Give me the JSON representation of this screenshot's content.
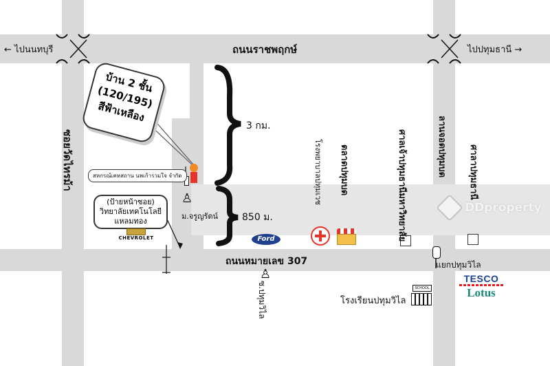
{
  "roads": {
    "top_road": "ถนนราชพฤกษ์",
    "bottom_road": "ถนนหมายเลข 307",
    "left_soi": "ซอยวัดไทรม้า",
    "left_dir": "←  ไปนนทบุรี",
    "right_dir": "ไปปทุมธานี  →"
  },
  "house": {
    "line1": "บ้าน 2 ชั้น",
    "line2": "(120/195)",
    "line3": "สีฟ้าเหลือง"
  },
  "distances": {
    "upper": "3 กม.",
    "lower": "850 ม."
  },
  "labels": {
    "coop": "สหกรณ์เคหสถาน นพเก้ารวมใจ จำกัด",
    "sign_line1": "(ป้ายหน้าซอย)",
    "sign_line2": "วิทยาลัยเทคโนโลยี",
    "sign_line3": "แหลมทอง",
    "village": "ม.จรูญรัตน์",
    "chevrolet": "CHEVROLET",
    "ford": "Ford",
    "hospital": "โรงพยาบาลปทุมเวช",
    "vlabel2": "ตลาดปทุมบด",
    "vlabel3": "ศาลเจ้าปทุมธานีมหาวิทยาลัย",
    "vlabel4": "ลานจอดปทุมบด",
    "vlabel5": "ศาลาปทุมธานี",
    "junction": "แยกปทุมวิไล",
    "school": "โรงเรียนปทุมวิไล",
    "school_sign": "SCHOOL",
    "tesco": "TESCO",
    "lotus": "Lotus",
    "pathum_soi": "ซ.ปทุมวิไล",
    "watermark": "DDproperty"
  },
  "colors": {
    "road": "#d9d9d9",
    "house_marker": "#e8332a",
    "hospital": "#e8332a",
    "tesco_red": "#e21b23",
    "tesco_blue": "#1b3f93",
    "lotus_teal": "#1a8a7a",
    "ford_blue": "#1f3f8f",
    "chevrolet_gold": "#c8a23a"
  }
}
